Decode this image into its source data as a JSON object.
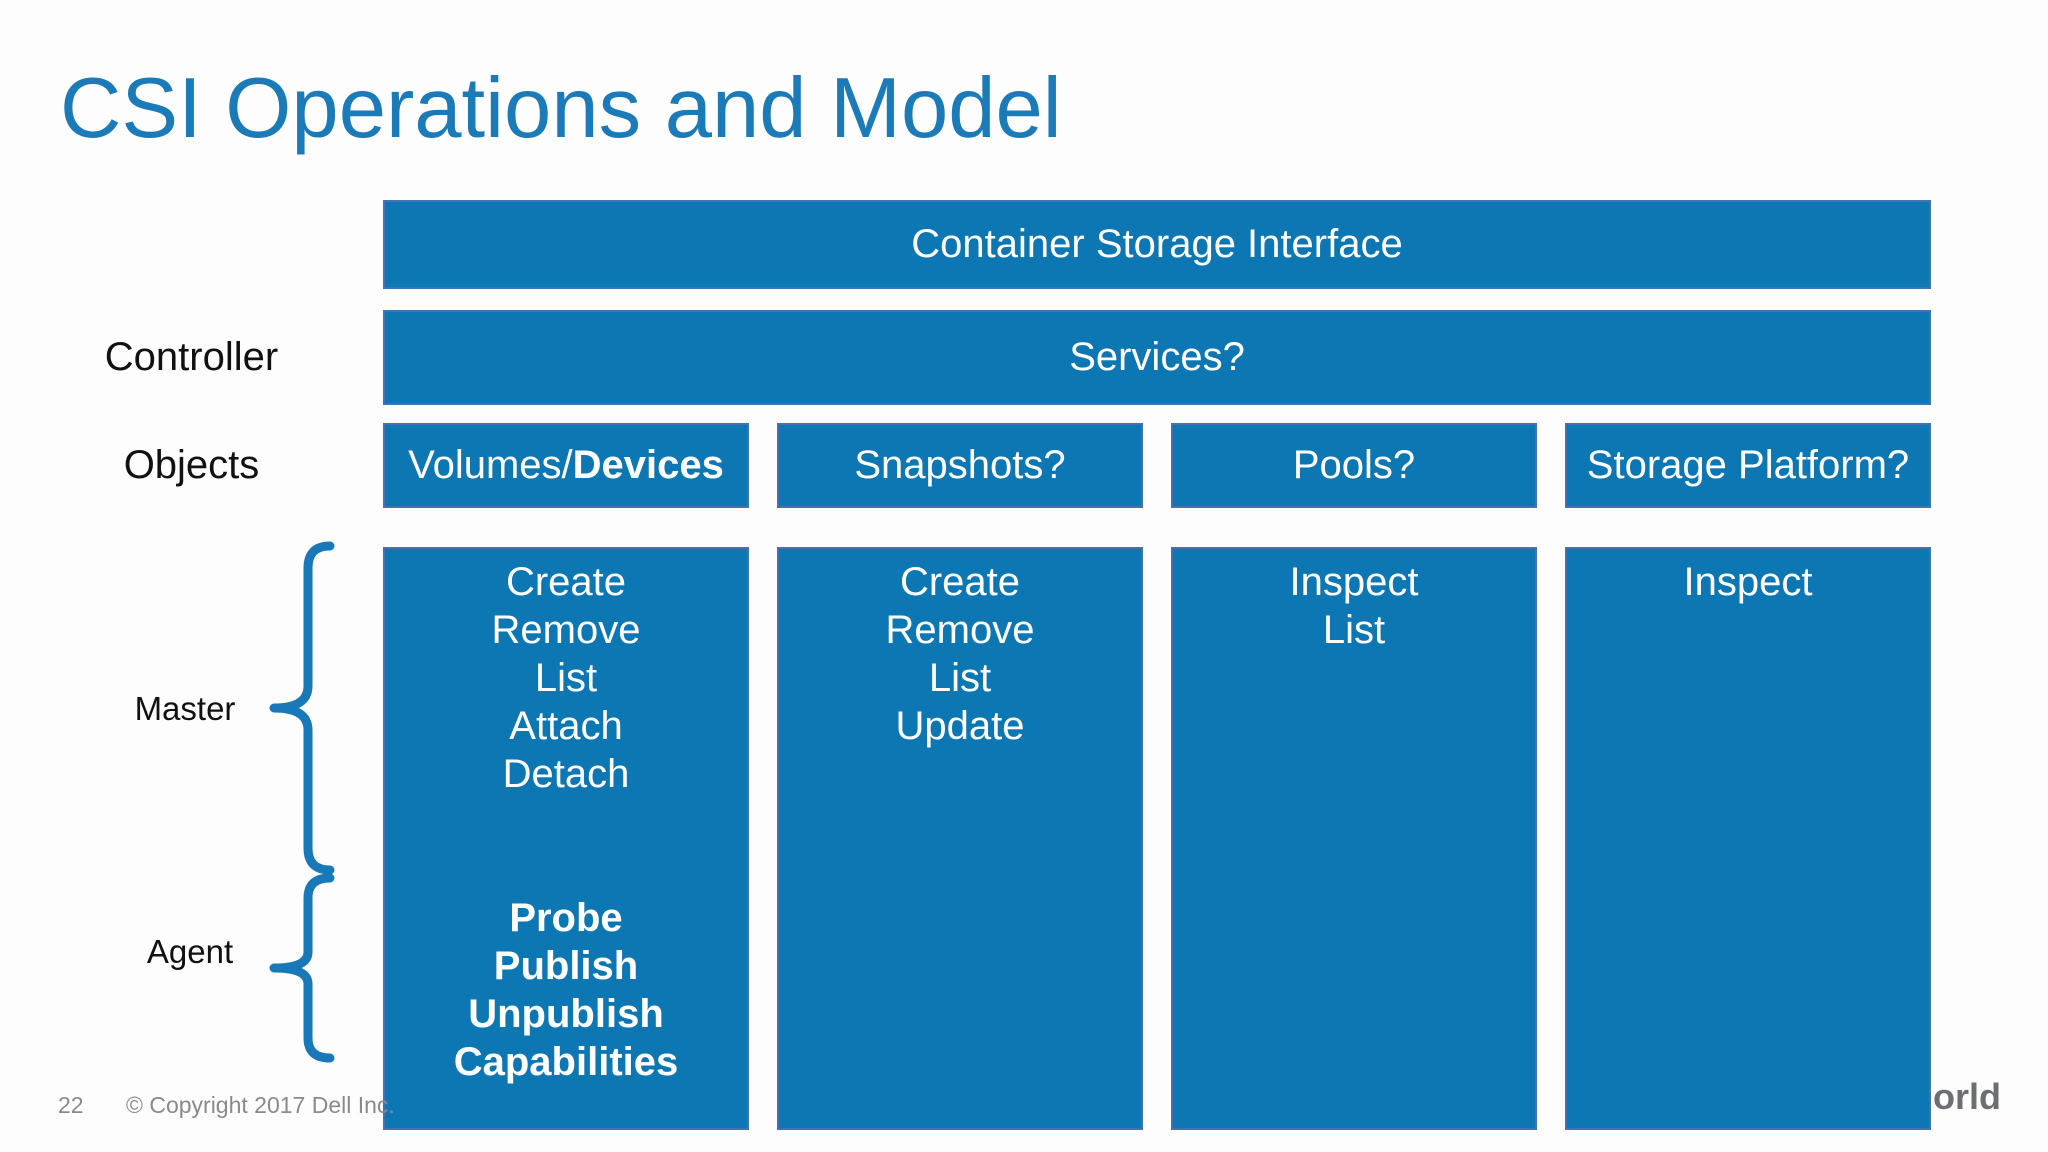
{
  "slide": {
    "title": "CSI Operations and Model",
    "page_number": "22",
    "copyright": "© Copyright 2017 Dell Inc.",
    "logo_fragment": "orld"
  },
  "bars": {
    "container_storage_interface": "Container Storage Interface",
    "services": "Services?"
  },
  "row_labels": {
    "controller": "Controller",
    "objects": "Objects"
  },
  "brace_labels": {
    "master": "Master",
    "agent": "Agent"
  },
  "columns": [
    {
      "header_prefix": "Volumes/",
      "header_bold": "Devices",
      "master_ops": [
        "Create",
        "Remove",
        "List",
        "Attach",
        "Detach"
      ],
      "agent_ops": [
        "Probe",
        "Publish",
        "Unpublish",
        "Capabilities"
      ]
    },
    {
      "header_prefix": "Snapshots?",
      "header_bold": "",
      "master_ops": [
        "Create",
        "Remove",
        "List",
        "Update"
      ],
      "agent_ops": []
    },
    {
      "header_prefix": "Pools?",
      "header_bold": "",
      "master_ops": [
        "Inspect",
        "List"
      ],
      "agent_ops": []
    },
    {
      "header_prefix": "Storage Platform?",
      "header_bold": "",
      "master_ops": [
        "Inspect"
      ],
      "agent_ops": []
    }
  ],
  "colors": {
    "box_fill": "#0D77B4",
    "box_border": "#4272B4",
    "title_blue": "#1B7AB8",
    "footer_gray": "#8A8A8D",
    "logo_gray": "#6D6E71"
  }
}
